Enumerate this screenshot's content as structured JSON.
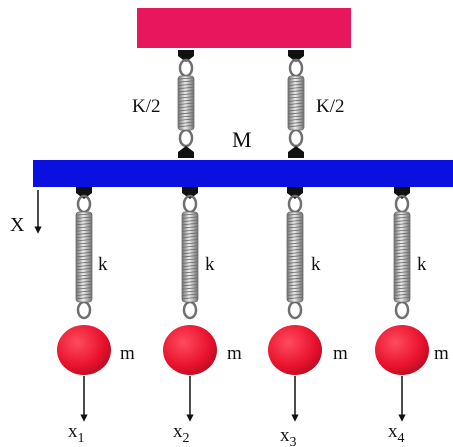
{
  "colors": {
    "ceiling": "#e8175d",
    "bar": "#0a10e0",
    "mass": "#e8112d",
    "connector": "#111111",
    "spring_dark": "#6f6f6f",
    "spring_light": "#efefef",
    "text": "#111111"
  },
  "labels": {
    "upper_spring_left": "K/2",
    "upper_spring_right": "K/2",
    "bar_mass": "M",
    "bar_displacement": "X",
    "lower_springs": [
      "k",
      "k",
      "k",
      "k"
    ],
    "masses": [
      "m",
      "m",
      "m",
      "m"
    ],
    "displacements": [
      {
        "base": "x",
        "sub": "1"
      },
      {
        "base": "x",
        "sub": "2"
      },
      {
        "base": "x",
        "sub": "3"
      },
      {
        "base": "x",
        "sub": "4"
      }
    ]
  }
}
